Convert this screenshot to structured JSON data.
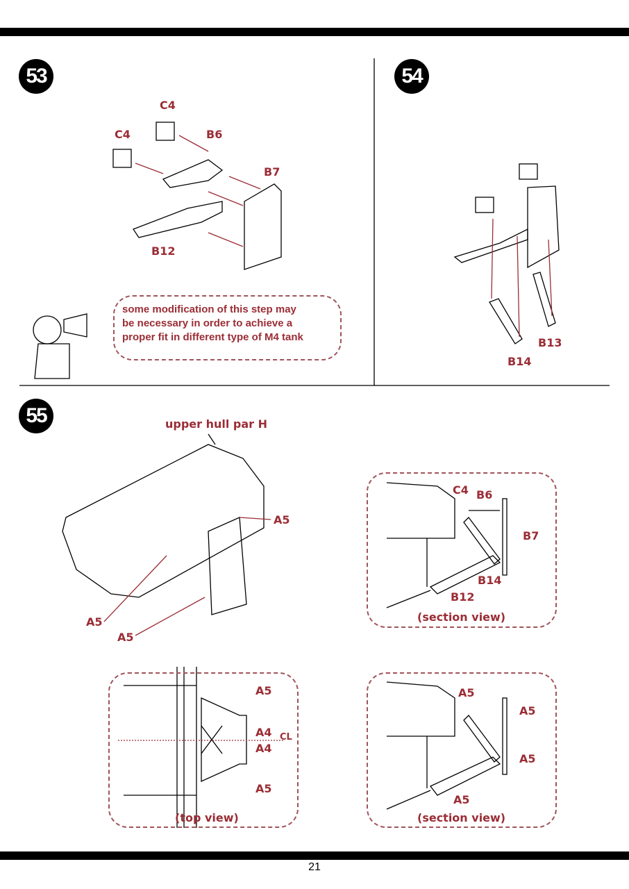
{
  "steps": {
    "s53": {
      "number": "53",
      "labels": {
        "c4_top": "C4",
        "c4_left": "C4",
        "b6": "B6",
        "b7": "B7",
        "b12": "B12"
      },
      "note": [
        "some modification of this step may",
        "be necessary in order to achieve a",
        "proper fit in different type of M4 tank"
      ]
    },
    "s54": {
      "number": "54",
      "labels": {
        "b14": "B14",
        "b13": "B13"
      }
    },
    "s55": {
      "number": "55",
      "labels": {
        "upper_hull": "upper hull par H",
        "a5_right": "A5",
        "a5_left": "A5",
        "a5_bottom": "A5"
      },
      "section_view_1": {
        "caption": "(section view)",
        "labels": {
          "c4": "C4",
          "b6": "B6",
          "b7": "B7",
          "b14": "B14",
          "b12": "B12"
        }
      },
      "top_view": {
        "caption": "(top view)",
        "labels": {
          "a5_top": "A5",
          "a4_upper": "A4",
          "a4_lower": "A4",
          "a5_bottom": "A5",
          "centerline": "CL"
        }
      },
      "section_view_2": {
        "caption": "(section view)",
        "labels": {
          "a5_top": "A5",
          "a5_right_top": "A5",
          "a5_right_bottom": "A5",
          "a5_bottom": "A5"
        }
      }
    }
  },
  "page_number": "21",
  "colors": {
    "label": "#9b2d35",
    "dash": "#a0535a"
  }
}
